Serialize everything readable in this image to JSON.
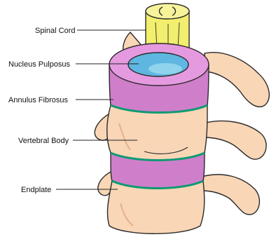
{
  "labels": {
    "spinal_cord": "Spinal Cord",
    "nucleus_pulposus": "Nucleus Pulposus",
    "annulus_fibrosus": "Annulus Fibrosus",
    "vertebral_body": "Vertebral Body",
    "endplate": "Endplate"
  },
  "colors": {
    "outline": "#2a2a2a",
    "bone": "#f8d6b6",
    "bone_shade": "#e7b08c",
    "disc": "#cf7fca",
    "disc_top": "#e59ae0",
    "nucleus": "#5fb6e0",
    "endplate": "#0e9a73",
    "cord": "#f2ee6e"
  }
}
